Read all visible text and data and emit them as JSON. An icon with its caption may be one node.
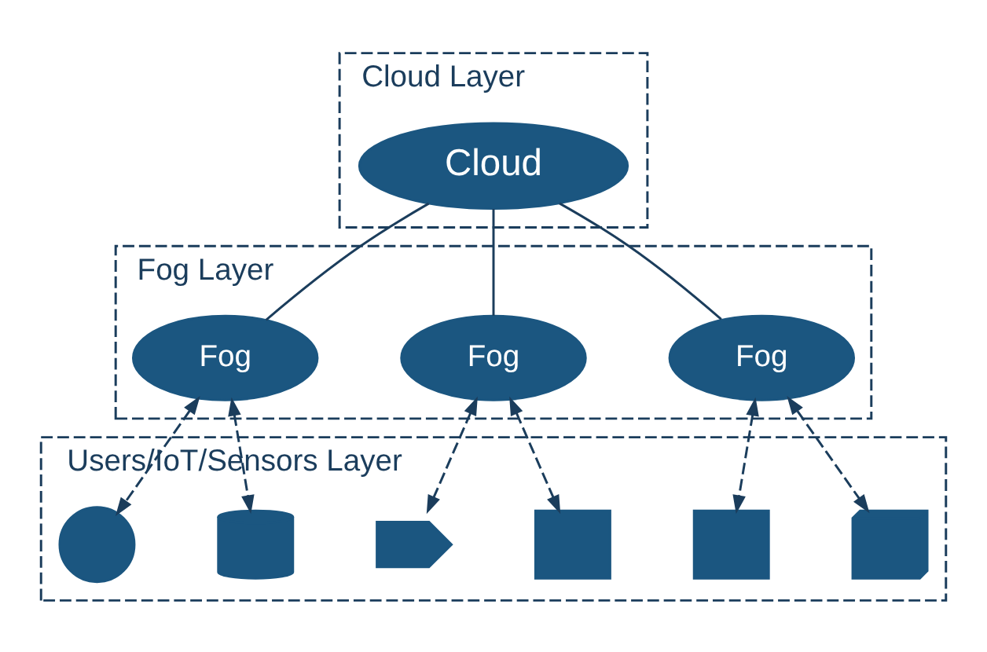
{
  "diagram": {
    "nodes": [
      {
        "text": [
          "Cloud Layer"
        ]
      },
      {
        "text": [
          "Cloud"
        ],
        "in": 0
      },
      {
        "text": [
          "Fog Layer"
        ]
      },
      {
        "text": [
          "Fog"
        ],
        "in": 2
      },
      {
        "text": [
          "Fog"
        ],
        "in": 2
      },
      {
        "text": [
          "Fog"
        ],
        "in": 2
      },
      {
        "text": [
          "Users/IoT/Sensors Layer"
        ]
      },
      {
        "text": [],
        "shape": "laptop",
        "in": 6
      },
      {
        "text": [],
        "shape": "car",
        "in": 6
      },
      {
        "text": [],
        "shape": "phone",
        "in": 6
      },
      {
        "text": [],
        "shape": "camera",
        "in": 6
      },
      {
        "text": [],
        "shape": "charger",
        "in": 6
      },
      {
        "text": [],
        "shape": "gauge",
        "in": 6
      }
    ],
    "edges": [
      {
        "from": 1,
        "to": 3,
        "arrow": "none"
      },
      {
        "from": 1,
        "to": 4,
        "arrow": "none"
      },
      {
        "from": 1,
        "to": 5,
        "arrow": "none"
      },
      {
        "from": 3,
        "to": 7,
        "arrow": "both",
        "style": "dashed"
      },
      {
        "from": 3,
        "to": 8,
        "arrow": "both",
        "style": "dashed"
      },
      {
        "from": 4,
        "to": 9,
        "arrow": "both",
        "style": "dashed"
      },
      {
        "from": 4,
        "to": 10,
        "arrow": "both",
        "style": "dashed"
      },
      {
        "from": 5,
        "to": 11,
        "arrow": "both",
        "style": "dashed"
      },
      {
        "from": 5,
        "to": 12,
        "arrow": "both",
        "style": "dashed"
      }
    ]
  }
}
